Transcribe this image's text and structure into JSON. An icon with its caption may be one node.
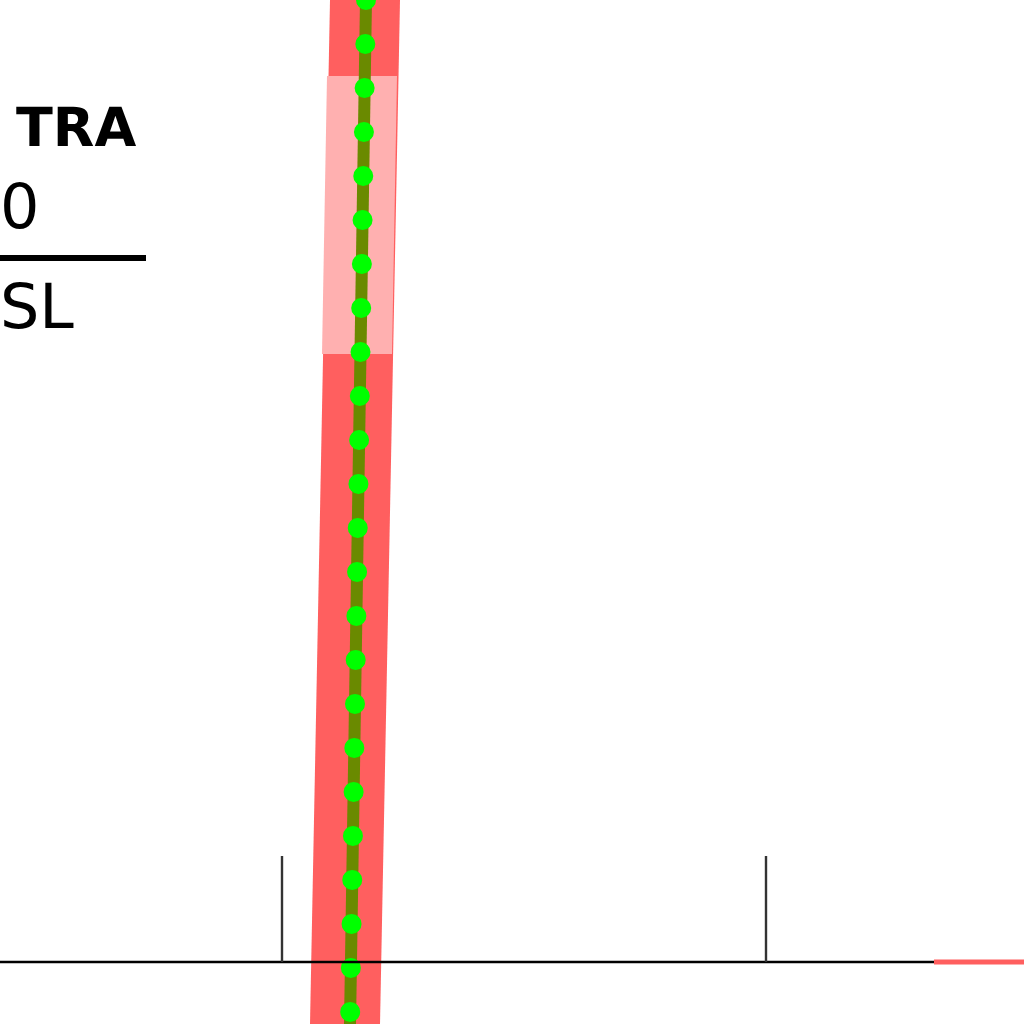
{
  "diagram": {
    "labels": [
      "TRA",
      "0",
      "SL"
    ]
  }
}
